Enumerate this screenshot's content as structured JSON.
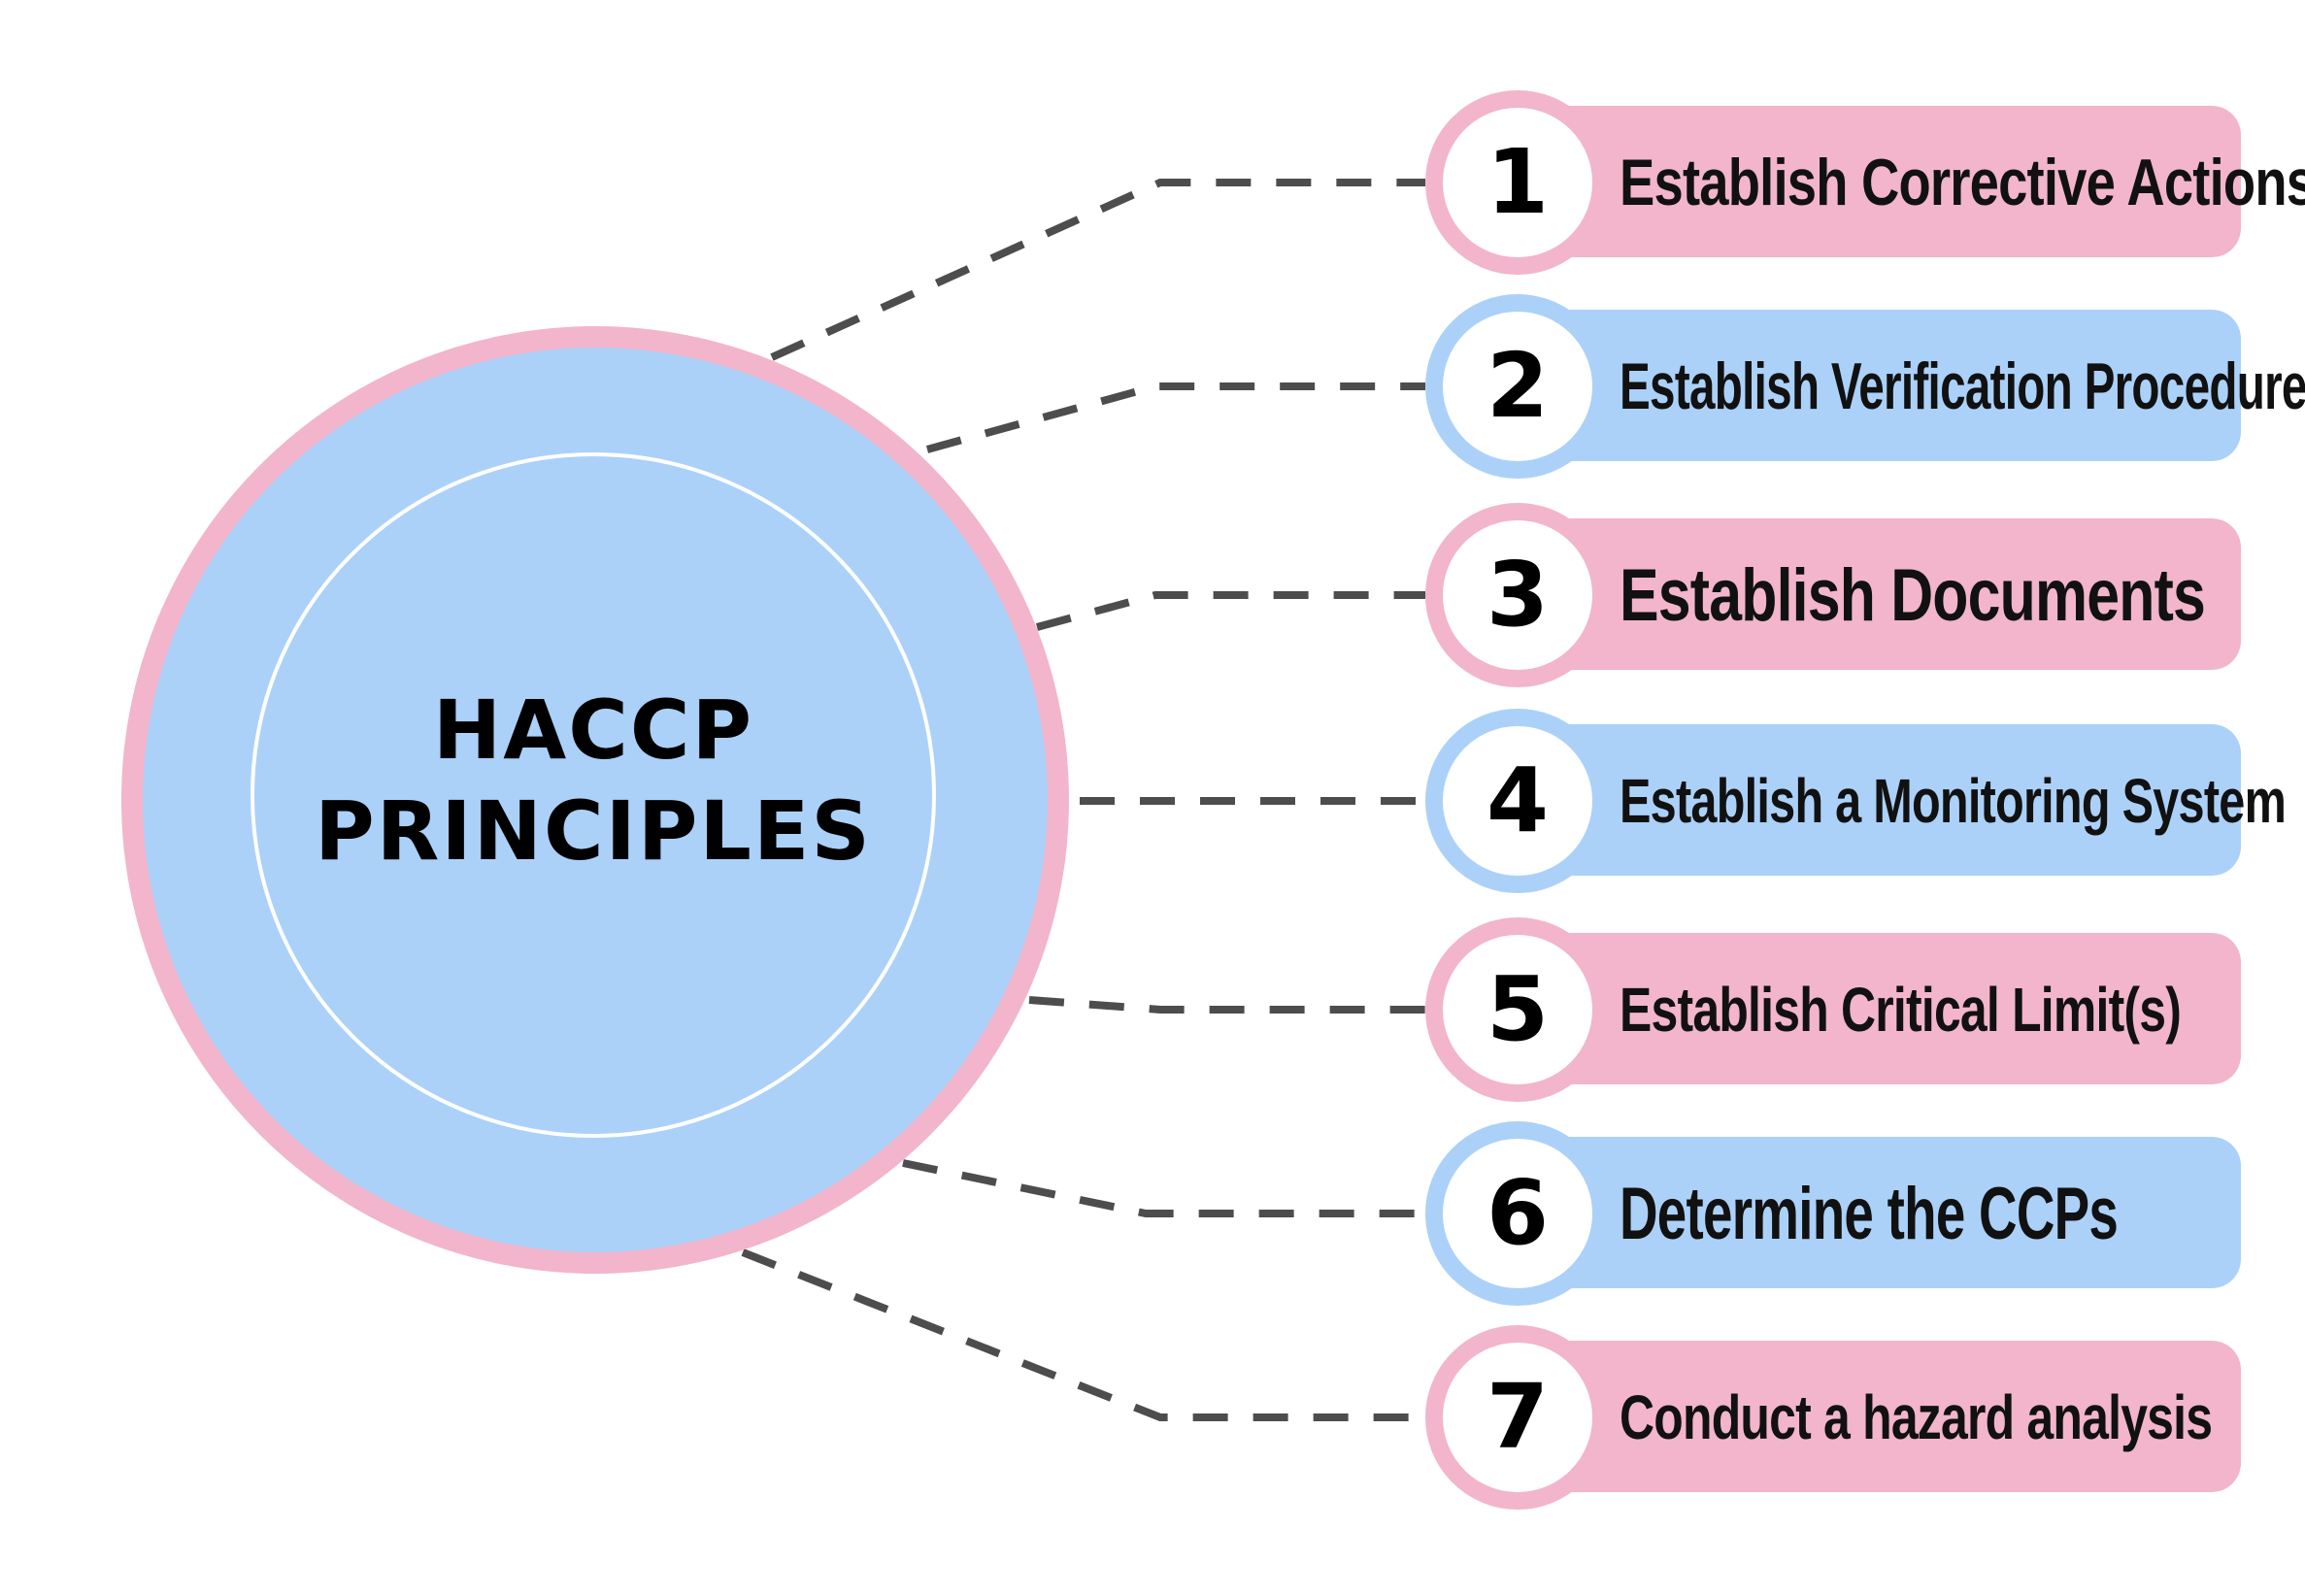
{
  "hub": {
    "line1": "HACCP",
    "line2": "PRINCIPLES"
  },
  "colors": {
    "pink": "#f2b5cb",
    "blue": "#abd1f9",
    "connector": "#4d4d4d"
  },
  "steps": [
    {
      "number": "1",
      "label": "Establish Corrective Actions",
      "color": "pink"
    },
    {
      "number": "2",
      "label": "Establish Verification Procedures",
      "color": "blue"
    },
    {
      "number": "3",
      "label": "Establish Documents",
      "color": "pink"
    },
    {
      "number": "4",
      "label": "Establish a Monitoring System",
      "color": "blue"
    },
    {
      "number": "5",
      "label": "Establish Critical Limit(s)",
      "color": "pink"
    },
    {
      "number": "6",
      "label": "Determine the CCPs",
      "color": "blue"
    },
    {
      "number": "7",
      "label": "Conduct a hazard analysis",
      "color": "pink"
    }
  ]
}
